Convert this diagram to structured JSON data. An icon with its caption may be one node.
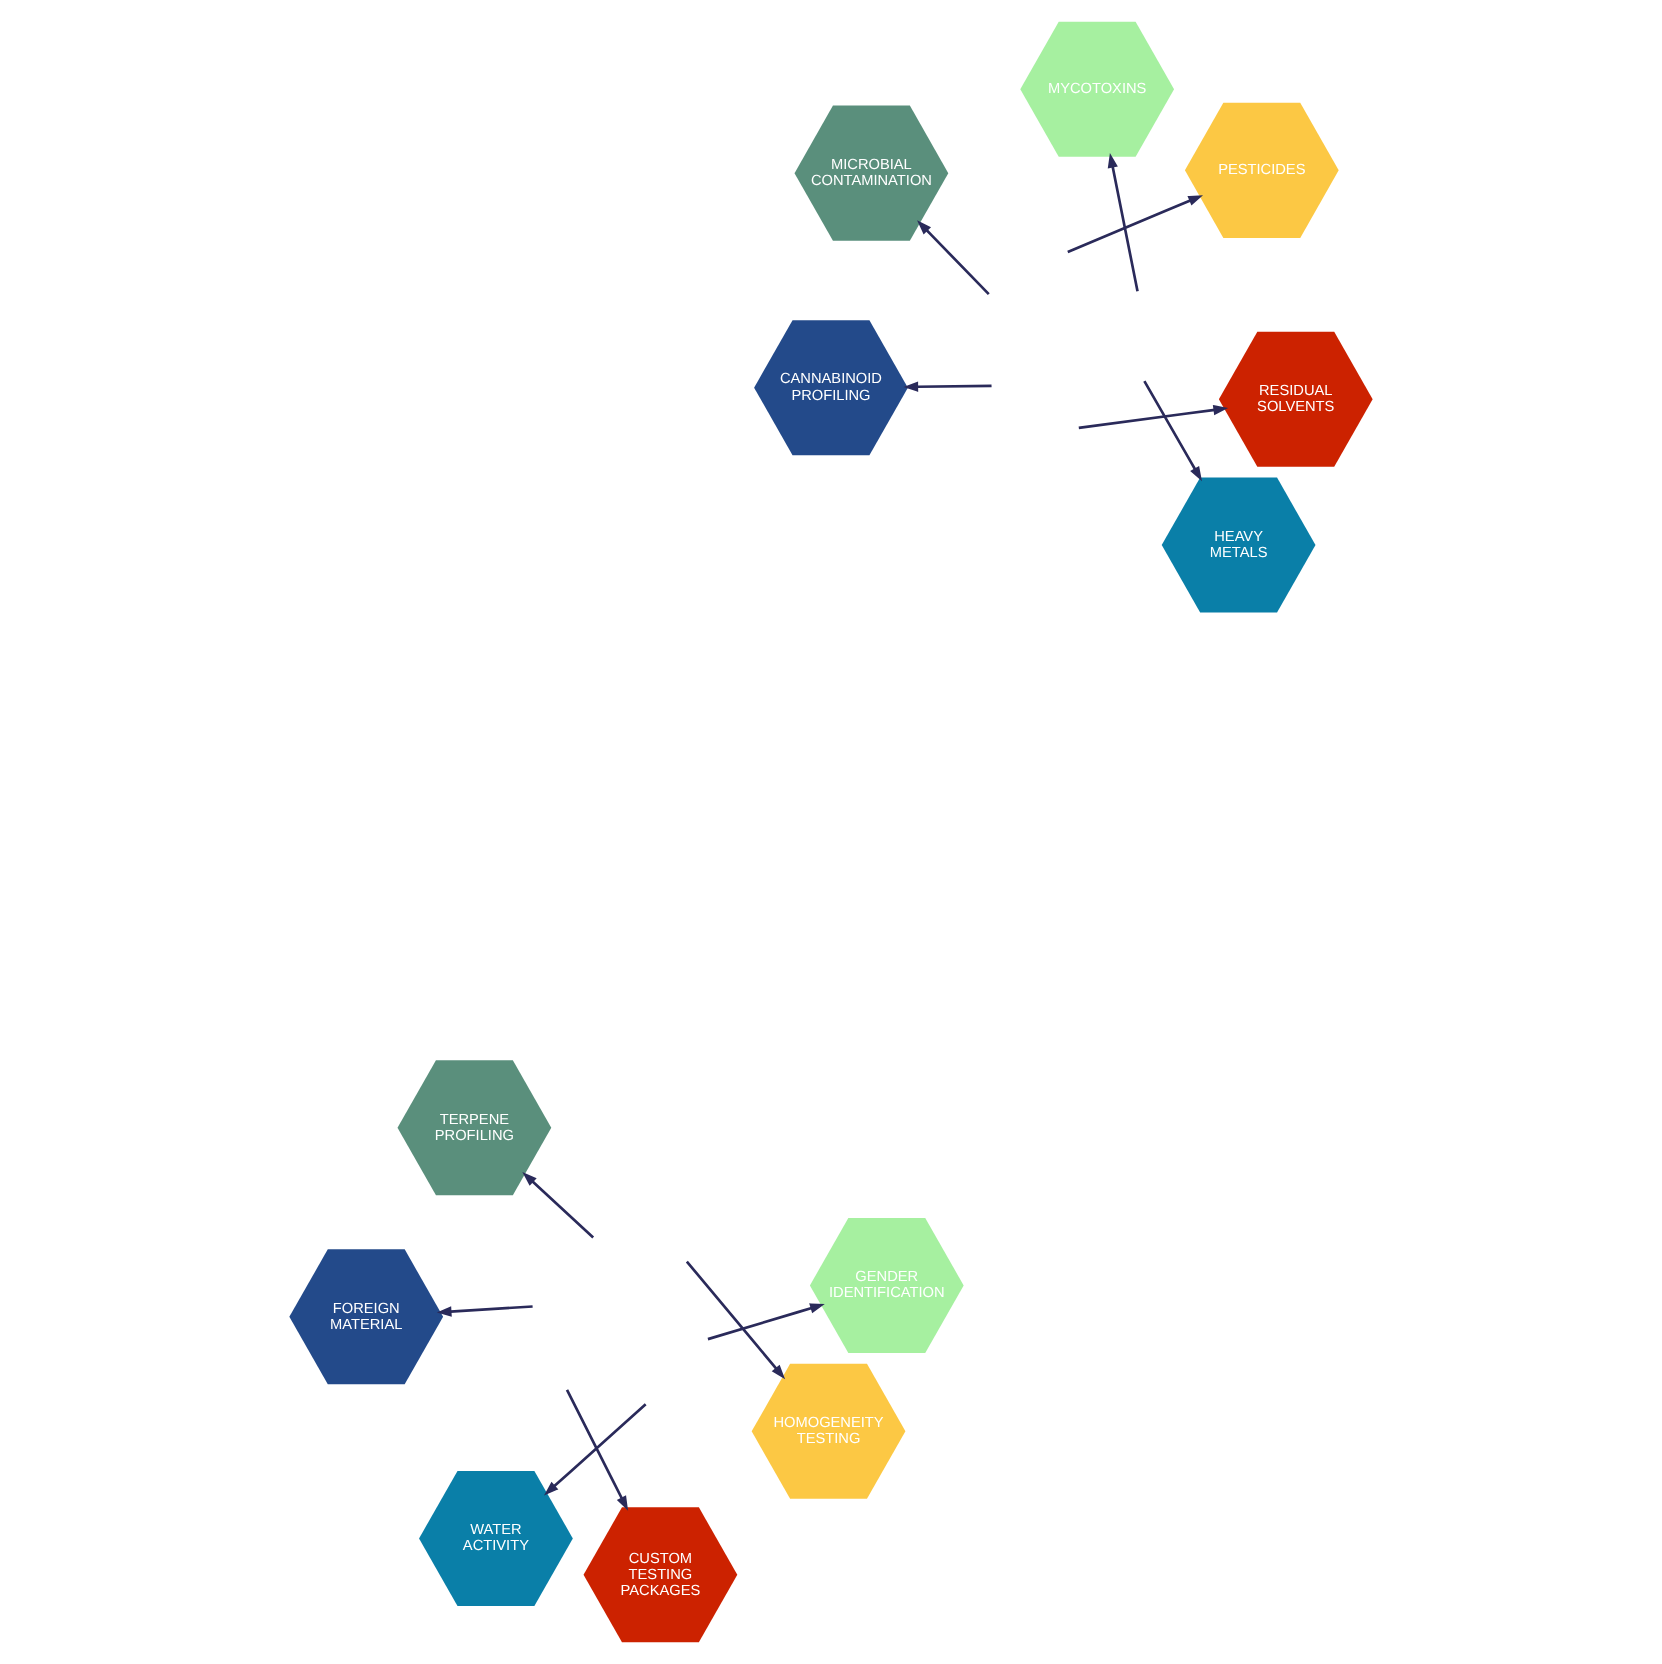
{
  "diagram": {
    "nodes": [
      {
        "text": [
          "CANNABINOID PROFILING"
        ]
      },
      {
        "text": [
          "RESIDUAL SOLVENTS"
        ]
      },
      {
        "text": [
          "HEAVY METALS"
        ]
      },
      {
        "text": [
          "MYCOTOXINS"
        ]
      },
      {
        "text": [
          "PESTICIDES"
        ]
      },
      {
        "text": [
          "MICROBIAL CONTAMINATION"
        ]
      },
      {
        "text": [
          "FOREIGN MATERIAL"
        ]
      },
      {
        "text": [
          "CUSTOM TESTING PACKAGES"
        ]
      },
      {
        "text": [
          "WATER ACTIVITY"
        ]
      },
      {
        "text": [
          "GENDER IDENTIFICATION"
        ]
      },
      {
        "text": [
          "HOMOGENEITY TESTING"
        ]
      },
      {
        "text": [
          "TERPENE PROFILING"
        ]
      }
    ],
    "edges": [
      {
        "from": null,
        "to": 0,
        "arrow": "to"
      },
      {
        "from": null,
        "to": 1,
        "arrow": "to"
      },
      {
        "from": null,
        "to": 2,
        "arrow": "to"
      },
      {
        "from": null,
        "to": 3,
        "arrow": "to"
      },
      {
        "from": null,
        "to": 4,
        "arrow": "to"
      },
      {
        "from": null,
        "to": 5,
        "arrow": "to"
      },
      {
        "from": null,
        "to": 6,
        "arrow": "to"
      },
      {
        "from": null,
        "to": 7,
        "arrow": "to"
      },
      {
        "from": null,
        "to": 8,
        "arrow": "to"
      },
      {
        "from": null,
        "to": 9,
        "arrow": "to"
      },
      {
        "from": null,
        "to": 10,
        "arrow": "to"
      },
      {
        "from": null,
        "to": 11,
        "arrow": "to"
      }
    ]
  }
}
